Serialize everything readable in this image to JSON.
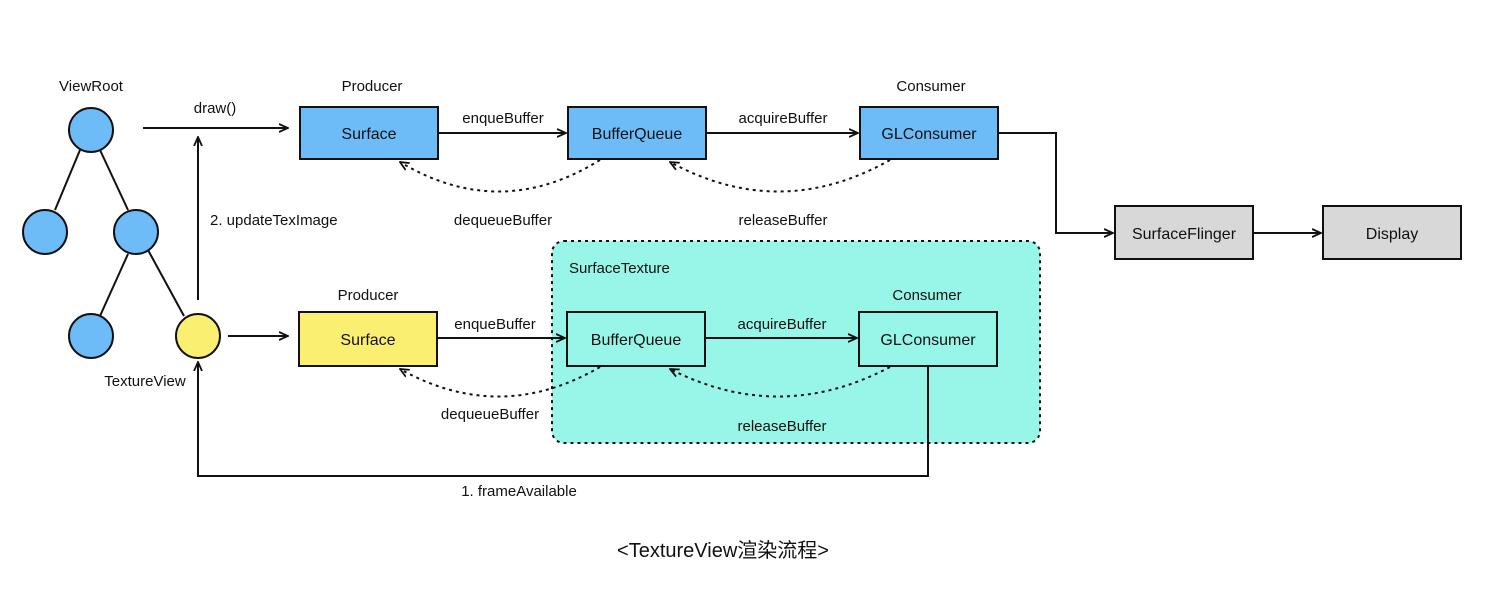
{
  "caption": "<TextureView渲染流程>",
  "tree": {
    "root_label": "ViewRoot",
    "textureview_label": "TextureView"
  },
  "top": {
    "producer_label": "Producer",
    "consumer_label": "Consumer",
    "surface": "Surface",
    "bufferqueue": "BufferQueue",
    "glconsumer": "GLConsumer",
    "enque": "enqueBuffer",
    "acquire": "acquireBuffer",
    "dequeue": "dequeueBuffer",
    "release": "releaseBuffer",
    "draw": "draw()"
  },
  "update_label": "2. updateTexImage",
  "bottom": {
    "region_label": "SurfaceTexture",
    "producer_label": "Producer",
    "consumer_label": "Consumer",
    "surface": "Surface",
    "bufferqueue": "BufferQueue",
    "glconsumer": "GLConsumer",
    "enque": "enqueBuffer",
    "acquire": "acquireBuffer",
    "dequeue": "dequeueBuffer",
    "release": "releaseBuffer"
  },
  "frame_label": "1. frameAvailable",
  "surfaceflinger": "SurfaceFlinger",
  "display": "Display",
  "colors": {
    "blue": "#6dbcf8",
    "yellow": "#fbef71",
    "aqua": "#98f6e9",
    "gray": "#d8d8d8"
  }
}
